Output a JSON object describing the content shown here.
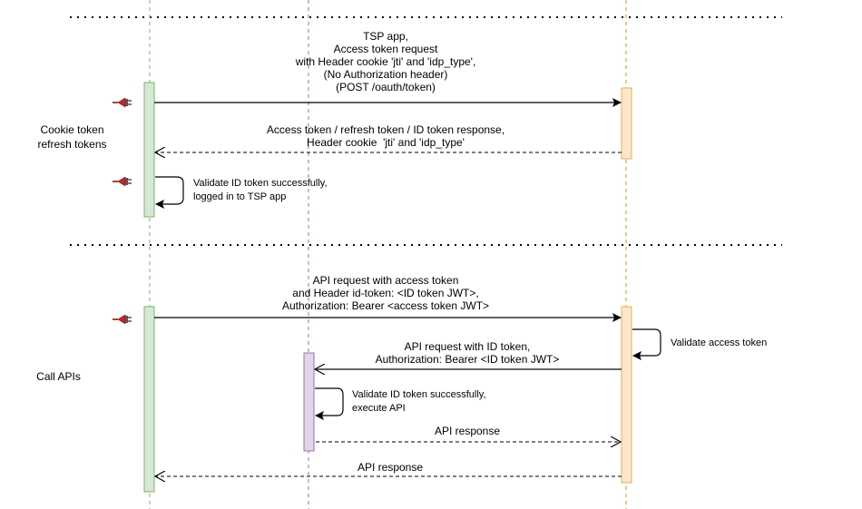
{
  "diagram": {
    "type": "sequence",
    "colors": {
      "green_fill": "#d5e8d4",
      "green_stroke": "#82b366",
      "purple_fill": "#e1d5e7",
      "purple_stroke": "#9673a6",
      "orange_fill": "#ffe6cc",
      "orange_stroke": "#d6b656",
      "lifeline_orange": "#e0a82e",
      "plug_red": "#cc2222"
    },
    "sections": [
      {
        "label": "Cookie token\nrefresh tokens"
      },
      {
        "label": "Call APIs"
      }
    ],
    "messages": [
      {
        "id": "m1",
        "from": "client",
        "to": "tsp",
        "style": "solid",
        "label": "TSP app,\nAccess token request\nwith Header cookie 'jti' and 'idp_type',\n(No Authorization header)\n(POST /oauth/token)"
      },
      {
        "id": "m2",
        "from": "tsp",
        "to": "client",
        "style": "dashed",
        "label": "Access token / refresh token / ID token response,\nHeader cookie  'jti' and 'idp_type'"
      },
      {
        "id": "m3",
        "from": "client",
        "to": "client",
        "style": "self",
        "label": "Validate ID token successfully,\nlogged in to TSP app"
      },
      {
        "id": "m4",
        "from": "client",
        "to": "tsp",
        "style": "solid",
        "label": "API request with access token\nand Header id-token: <ID token JWT>,\nAuthorization: Bearer <access token JWT>"
      },
      {
        "id": "m5",
        "from": "tsp",
        "to": "tsp",
        "style": "self",
        "label": "Validate access token"
      },
      {
        "id": "m6",
        "from": "tsp",
        "to": "api",
        "style": "solid-open",
        "label": "API request with ID token,\nAuthorization: Bearer <ID token JWT>"
      },
      {
        "id": "m7",
        "from": "api",
        "to": "api",
        "style": "self",
        "label": "Validate ID token successfully,\nexecute API"
      },
      {
        "id": "m8",
        "from": "api",
        "to": "tsp",
        "style": "dashed",
        "label": "API response"
      },
      {
        "id": "m9",
        "from": "tsp",
        "to": "client",
        "style": "dashed",
        "label": "API response"
      }
    ],
    "icons": [
      {
        "name": "plug-icon"
      },
      {
        "name": "plug-icon"
      },
      {
        "name": "plug-icon"
      }
    ]
  }
}
